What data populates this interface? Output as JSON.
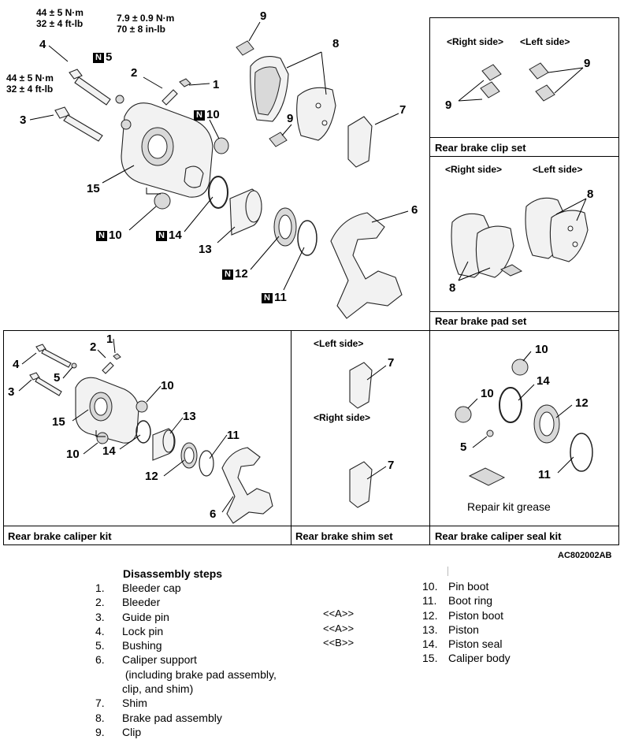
{
  "torque": {
    "lock_pin": "44 ± 5 N·m\n32 ± 4 ft-lb",
    "guide_pin": "44 ± 5 N·m\n32 ± 4 ft-lb",
    "bleeder": "7.9 ± 0.9 N·m\n70 ± 8 in-lb"
  },
  "badge": "N",
  "main_callouts": {
    "c1": "1",
    "c2": "2",
    "c3": "3",
    "c4": "4",
    "c5": "5",
    "c6": "6",
    "c7": "7",
    "c8": "8",
    "c9a": "9",
    "c9b": "9",
    "c10a": "10",
    "c10b": "10",
    "c11": "11",
    "c12": "12",
    "c13": "13",
    "c14": "14",
    "c15": "15"
  },
  "clip_set": {
    "right": "<Right side>",
    "left": "<Left side>",
    "n9a": "9",
    "n9b": "9",
    "caption": "Rear brake clip set"
  },
  "pad_set": {
    "right": "<Right side>",
    "left": "<Left side>",
    "n8a": "8",
    "n8b": "8",
    "caption": "Rear brake pad set"
  },
  "caliper_kit": {
    "caption": "Rear brake caliper kit",
    "n1": "1",
    "n2": "2",
    "n3": "3",
    "n4": "4",
    "n5": "5",
    "n6": "6",
    "n10a": "10",
    "n10b": "10",
    "n11": "11",
    "n12": "12",
    "n13": "13",
    "n14": "14",
    "n15": "15"
  },
  "shim_set": {
    "left": "<Left side>",
    "right": "<Right side>",
    "n7a": "7",
    "n7b": "7",
    "caption": "Rear brake shim set"
  },
  "seal_kit": {
    "caption": "Rear brake caliper seal kit",
    "n10": "10",
    "n10b": "10",
    "n14": "14",
    "n12": "12",
    "n5": "5",
    "n11": "11",
    "grease": "Repair kit grease"
  },
  "figure_code": "AC802002AB",
  "steps_heading": "Disassembly steps",
  "steps_left": [
    {
      "n": "1.",
      "t": "Bleeder cap"
    },
    {
      "n": "2.",
      "t": "Bleeder"
    },
    {
      "n": "3.",
      "t": "Guide pin"
    },
    {
      "n": "4.",
      "t": "Lock pin"
    },
    {
      "n": "5.",
      "t": "Bushing"
    },
    {
      "n": "6.",
      "t": "Caliper support"
    },
    {
      "n": "",
      "t": " (including brake pad assembly,"
    },
    {
      "n": "",
      "t": "clip, and shim)"
    },
    {
      "n": "7.",
      "t": "Shim"
    },
    {
      "n": "8.",
      "t": "Brake pad assembly"
    },
    {
      "n": "9.",
      "t": "Clip"
    }
  ],
  "refs": [
    "<<A>>",
    "<<A>>",
    "<<B>>"
  ],
  "steps_right": [
    {
      "n": "10.",
      "t": "Pin boot"
    },
    {
      "n": "11.",
      "t": "Boot ring"
    },
    {
      "n": "12.",
      "t": "Piston boot"
    },
    {
      "n": "13.",
      "t": "Piston"
    },
    {
      "n": "14.",
      "t": "Piston seal"
    },
    {
      "n": "15.",
      "t": "Caliper body"
    }
  ]
}
